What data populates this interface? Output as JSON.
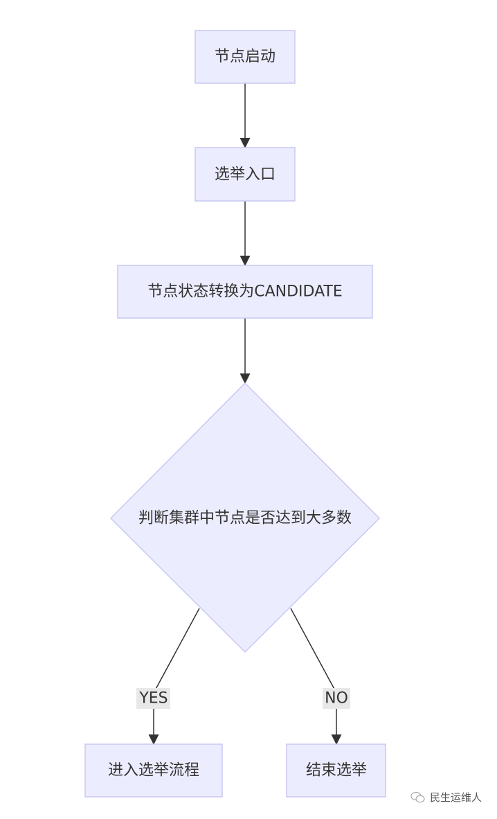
{
  "nodes": {
    "start": "节点启动",
    "election_entry": "选举入口",
    "to_candidate": "节点状态转换为CANDIDATE",
    "decision": "判断集群中节点是否达到大多数",
    "enter_election": "进入选举流程",
    "end_election": "结束选举"
  },
  "edges": {
    "yes": "YES",
    "no": "NO"
  },
  "watermark": "民生运维人"
}
